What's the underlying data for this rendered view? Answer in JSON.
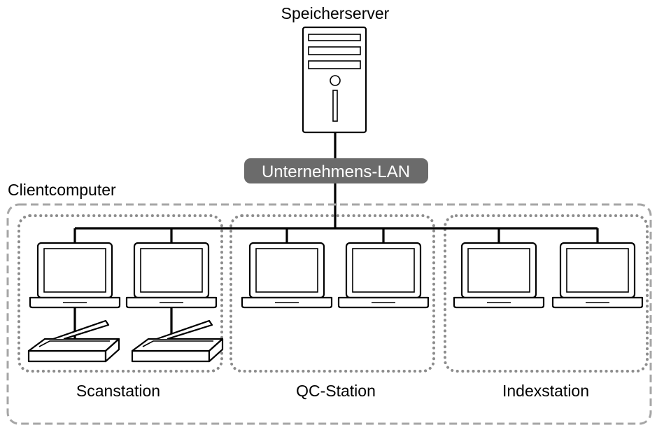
{
  "server": {
    "label": "Speicherserver"
  },
  "network": {
    "label": "Unternehmens-LAN",
    "badge_color": "#6b6b6b",
    "badge_text_color": "#ffffff"
  },
  "clients": {
    "label": "Clientcomputer",
    "outer_border_color": "#a6a6a6",
    "group_border_color": "#8c8c8c"
  },
  "groups": [
    {
      "label": "Scanstation",
      "devices": [
        "laptop-icon",
        "laptop-icon",
        "scanner-icon",
        "scanner-icon"
      ]
    },
    {
      "label": "QC-Station",
      "devices": [
        "laptop-icon",
        "laptop-icon"
      ]
    },
    {
      "label": "Indexstation",
      "devices": [
        "laptop-icon",
        "laptop-icon"
      ]
    }
  ]
}
